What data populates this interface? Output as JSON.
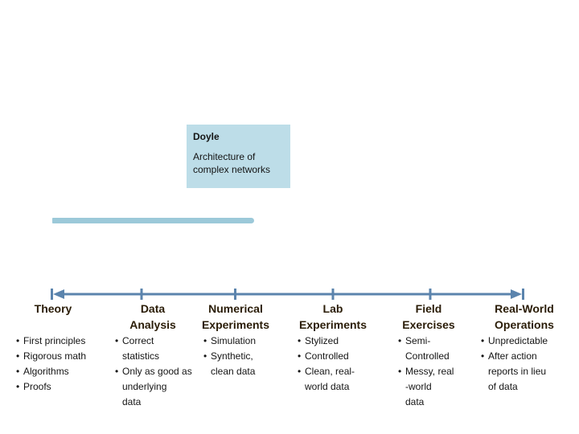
{
  "colors": {
    "axis_color": "#5b84ad",
    "callout_fill": "#bddde8",
    "bar_fill": "#9cc9d9",
    "header_text": "#2a1c07",
    "body_text": "#141414"
  },
  "callout": {
    "title": "Doyle",
    "body": "Architecture of\ncomplex networks"
  },
  "axis": {
    "description": "double-arrow spectrum axis with tick marks"
  },
  "columns": [
    {
      "label": "Theory",
      "bullets": [
        "First principles",
        "Rigorous math",
        "Algorithms",
        "Proofs"
      ]
    },
    {
      "label": "Data\nAnalysis",
      "bullets": [
        "Correct\nstatistics",
        "Only as good as\nunderlying\ndata"
      ]
    },
    {
      "label": "Numerical\nExperiments",
      "bullets": [
        "Simulation",
        "Synthetic,\nclean data"
      ]
    },
    {
      "label": "Lab\nExperiments",
      "bullets": [
        "Stylized",
        "Controlled",
        "Clean, real-\nworld data"
      ]
    },
    {
      "label": "Field\nExercises",
      "bullets": [
        "Semi-\nControlled",
        "Messy, real\n-world\ndata"
      ]
    },
    {
      "label": "Real-World\nOperations",
      "bullets": [
        "Unpredictable",
        "After action\nreports in lieu\nof data"
      ]
    }
  ]
}
